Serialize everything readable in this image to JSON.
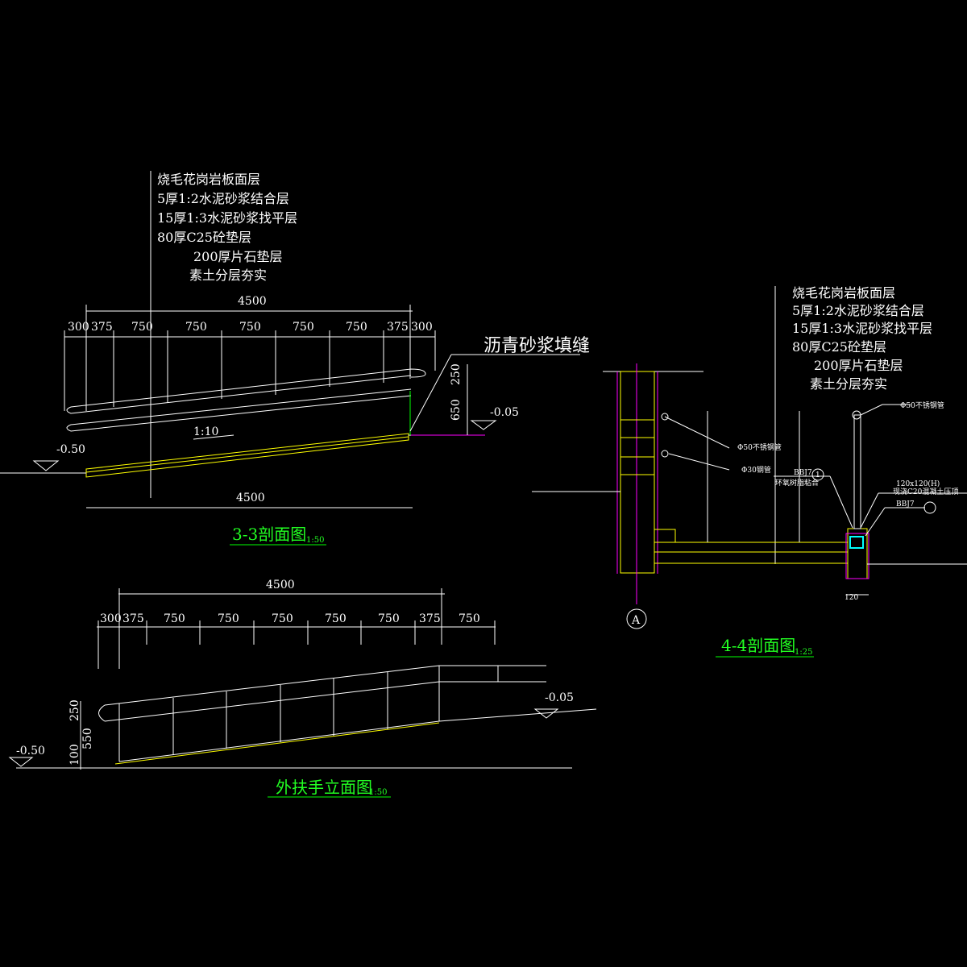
{
  "section_3_3": {
    "title": "3-3剖面图",
    "scale": "1:50",
    "layers": [
      "烧毛花岗岩板面层",
      "5厚1:2水泥砂浆结合层",
      "15厚1:3水泥砂浆找平层",
      "80厚C25砼垫层",
      "200厚片石垫层",
      "素土分层夯实"
    ],
    "total_dim": "4500",
    "dims": [
      "300",
      "375",
      "750",
      "750",
      "750",
      "750",
      "750",
      "375",
      "300"
    ],
    "bottom_dim": "4500",
    "slope": "1:10",
    "elev_low": "-0.50",
    "elev_high": "-0.05",
    "rail_dims": [
      "250",
      "650"
    ],
    "joint_note": "沥青砂浆填缝"
  },
  "elevation": {
    "title": "外扶手立面图",
    "scale": "1:50",
    "total_dim": "4500",
    "dims": [
      "300",
      "375",
      "750",
      "750",
      "750",
      "750",
      "750",
      "375",
      "750"
    ],
    "vert_dims": [
      "250",
      "550",
      "100"
    ],
    "elev_low": "-0.50",
    "elev_high": "-0.05"
  },
  "section_4_4": {
    "title": "4-4剖面图",
    "scale": "1:25",
    "layers": [
      "烧毛花岗岩板面层",
      "5厚1:2水泥砂浆结合层",
      "15厚1:3水泥砂浆找平层",
      "80厚C25砼垫层",
      "200厚片石垫层",
      "素土分层夯实"
    ],
    "axis": "A",
    "notes": {
      "pipe": "Φ50不锈钢管",
      "bbj7_a": "BBJ7",
      "epoxy": "环氧树脂粘合",
      "coping_size": "120x120(H)",
      "coping": "现浇C20混凝土压顶",
      "bbj7_b": "BBJ7",
      "wall_pipe1": "Φ50不锈钢管",
      "wall_pipe2": "Φ30钢管",
      "detail_no": "1",
      "width_dim": "120"
    }
  }
}
